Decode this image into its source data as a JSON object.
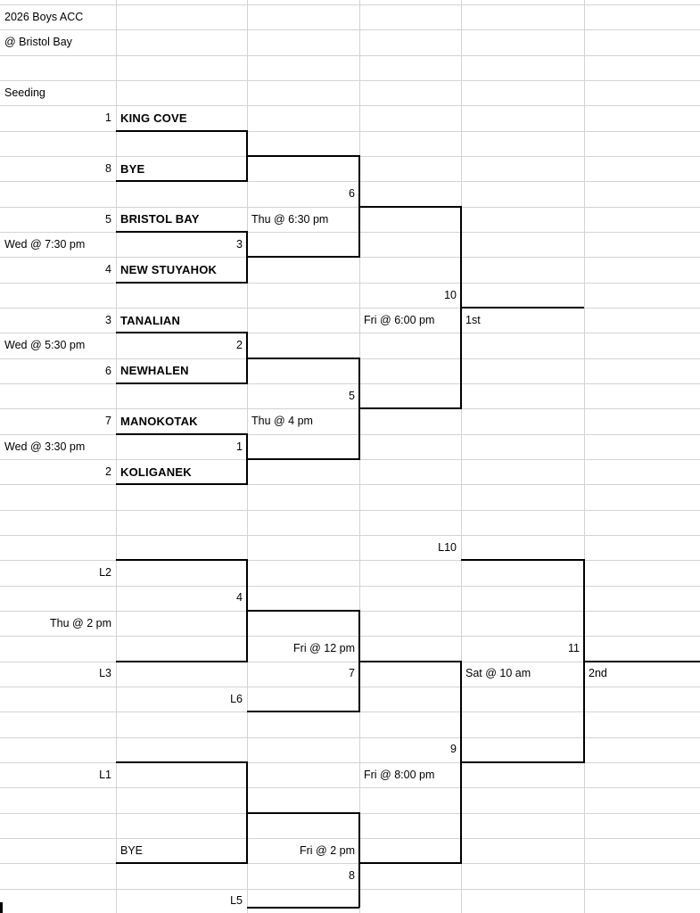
{
  "header": {
    "title": "2026 Boys ACC",
    "venue": "@ Bristol Bay",
    "seeding_label": "Seeding"
  },
  "colors": {
    "background": "#ffffff",
    "grid_line": "#d3d3d3",
    "bracket_line": "#000000",
    "text": "#000000"
  },
  "cells": [
    {
      "r": 1,
      "c": 0,
      "align": "left",
      "bold": false,
      "text": "2026 Boys ACC",
      "name": "title"
    },
    {
      "r": 2,
      "c": 0,
      "align": "left",
      "bold": false,
      "text": "@ Bristol Bay",
      "name": "venue"
    },
    {
      "r": 4,
      "c": 0,
      "align": "left",
      "bold": false,
      "text": "Seeding",
      "name": "seeding-label"
    },
    {
      "r": 5,
      "c": 0,
      "align": "right",
      "bold": false,
      "text": "1",
      "name": "seed-king-cove"
    },
    {
      "r": 5,
      "c": 1,
      "align": "left",
      "bold": true,
      "text": "KING COVE",
      "name": "team-king-cove"
    },
    {
      "r": 7,
      "c": 0,
      "align": "right",
      "bold": false,
      "text": "8",
      "name": "seed-bye"
    },
    {
      "r": 7,
      "c": 1,
      "align": "left",
      "bold": true,
      "text": "BYE",
      "name": "team-bye"
    },
    {
      "r": 8,
      "c": 2,
      "align": "right",
      "bold": false,
      "text": "6",
      "name": "game-6-number"
    },
    {
      "r": 9,
      "c": 0,
      "align": "right",
      "bold": false,
      "text": "5",
      "name": "seed-bristol-bay"
    },
    {
      "r": 9,
      "c": 1,
      "align": "left",
      "bold": true,
      "text": "BRISTOL BAY",
      "name": "team-bristol-bay"
    },
    {
      "r": 9,
      "c": 2,
      "align": "left",
      "bold": false,
      "text": "Thu @ 6:30 pm",
      "name": "game-6-time"
    },
    {
      "r": 10,
      "c": 0,
      "align": "left",
      "bold": false,
      "text": "Wed @ 7:30 pm",
      "name": "game-3-time"
    },
    {
      "r": 10,
      "c": 1,
      "align": "right",
      "bold": false,
      "text": "3",
      "name": "game-3-number"
    },
    {
      "r": 11,
      "c": 0,
      "align": "right",
      "bold": false,
      "text": "4",
      "name": "seed-new-stuyahok"
    },
    {
      "r": 11,
      "c": 1,
      "align": "left",
      "bold": true,
      "text": "NEW STUYAHOK",
      "name": "team-new-stuyahok"
    },
    {
      "r": 12,
      "c": 3,
      "align": "right",
      "bold": false,
      "text": "10",
      "name": "game-10-number"
    },
    {
      "r": 13,
      "c": 0,
      "align": "right",
      "bold": false,
      "text": "3",
      "name": "seed-tanalian"
    },
    {
      "r": 13,
      "c": 1,
      "align": "left",
      "bold": true,
      "text": "TANALIAN",
      "name": "team-tanalian"
    },
    {
      "r": 13,
      "c": 3,
      "align": "left",
      "bold": false,
      "text": "Fri @ 6:00 pm",
      "name": "game-10-time"
    },
    {
      "r": 13,
      "c": 4,
      "align": "left",
      "bold": false,
      "text": "1st",
      "name": "first-place-label"
    },
    {
      "r": 14,
      "c": 0,
      "align": "left",
      "bold": false,
      "text": "Wed @ 5:30 pm",
      "name": "game-2-time"
    },
    {
      "r": 14,
      "c": 1,
      "align": "right",
      "bold": false,
      "text": "2",
      "name": "game-2-number"
    },
    {
      "r": 15,
      "c": 0,
      "align": "right",
      "bold": false,
      "text": "6",
      "name": "seed-newhalen"
    },
    {
      "r": 15,
      "c": 1,
      "align": "left",
      "bold": true,
      "text": "NEWHALEN",
      "name": "team-newhalen"
    },
    {
      "r": 16,
      "c": 2,
      "align": "right",
      "bold": false,
      "text": "5",
      "name": "game-5-number"
    },
    {
      "r": 17,
      "c": 0,
      "align": "right",
      "bold": false,
      "text": "7",
      "name": "seed-manokotak"
    },
    {
      "r": 17,
      "c": 1,
      "align": "left",
      "bold": true,
      "text": "MANOKOTAK",
      "name": "team-manokotak"
    },
    {
      "r": 17,
      "c": 2,
      "align": "left",
      "bold": false,
      "text": "Thu @ 4 pm",
      "name": "game-5-time"
    },
    {
      "r": 18,
      "c": 0,
      "align": "left",
      "bold": false,
      "text": "Wed @ 3:30 pm",
      "name": "game-1-time"
    },
    {
      "r": 18,
      "c": 1,
      "align": "right",
      "bold": false,
      "text": "1",
      "name": "game-1-number"
    },
    {
      "r": 19,
      "c": 0,
      "align": "right",
      "bold": false,
      "text": "2",
      "name": "seed-koliganek"
    },
    {
      "r": 19,
      "c": 1,
      "align": "left",
      "bold": true,
      "text": "KOLIGANEK",
      "name": "team-koliganek"
    },
    {
      "r": 22,
      "c": 3,
      "align": "right",
      "bold": false,
      "text": "L10",
      "name": "loser-game-10"
    },
    {
      "r": 23,
      "c": 0,
      "align": "right",
      "bold": false,
      "text": "L2",
      "name": "loser-game-2"
    },
    {
      "r": 24,
      "c": 1,
      "align": "right",
      "bold": false,
      "text": "4",
      "name": "game-4-number"
    },
    {
      "r": 25,
      "c": 0,
      "align": "right",
      "bold": false,
      "text": "Thu @ 2 pm",
      "name": "game-4-time"
    },
    {
      "r": 26,
      "c": 2,
      "align": "right",
      "bold": false,
      "text": "Fri @ 12 pm",
      "name": "game-7-time"
    },
    {
      "r": 26,
      "c": 4,
      "align": "right",
      "bold": false,
      "text": "11",
      "name": "game-11-number"
    },
    {
      "r": 27,
      "c": 0,
      "align": "right",
      "bold": false,
      "text": "L3",
      "name": "loser-game-3"
    },
    {
      "r": 27,
      "c": 2,
      "align": "right",
      "bold": false,
      "text": "7",
      "name": "game-7-number"
    },
    {
      "r": 27,
      "c": 4,
      "align": "left",
      "bold": false,
      "text": "Sat @ 10 am",
      "name": "game-11-time"
    },
    {
      "r": 27,
      "c": 5,
      "align": "left",
      "bold": false,
      "text": "2nd",
      "name": "second-place-label"
    },
    {
      "r": 28,
      "c": 1,
      "align": "right",
      "bold": false,
      "text": "L6",
      "name": "loser-game-6"
    },
    {
      "r": 30,
      "c": 3,
      "align": "right",
      "bold": false,
      "text": "9",
      "name": "game-9-number"
    },
    {
      "r": 31,
      "c": 0,
      "align": "right",
      "bold": false,
      "text": "L1",
      "name": "loser-game-1"
    },
    {
      "r": 31,
      "c": 3,
      "align": "left",
      "bold": false,
      "text": "Fri @ 8:00 pm",
      "name": "game-9-time"
    },
    {
      "r": 34,
      "c": 1,
      "align": "left",
      "bold": false,
      "text": "BYE",
      "name": "bye-label"
    },
    {
      "r": 34,
      "c": 2,
      "align": "right",
      "bold": false,
      "text": "Fri @ 2 pm",
      "name": "game-8-time"
    },
    {
      "r": 35,
      "c": 2,
      "align": "right",
      "bold": false,
      "text": "8",
      "name": "game-8-number"
    },
    {
      "r": 36,
      "c": 1,
      "align": "right",
      "bold": false,
      "text": "L5",
      "name": "loser-game-5"
    }
  ]
}
